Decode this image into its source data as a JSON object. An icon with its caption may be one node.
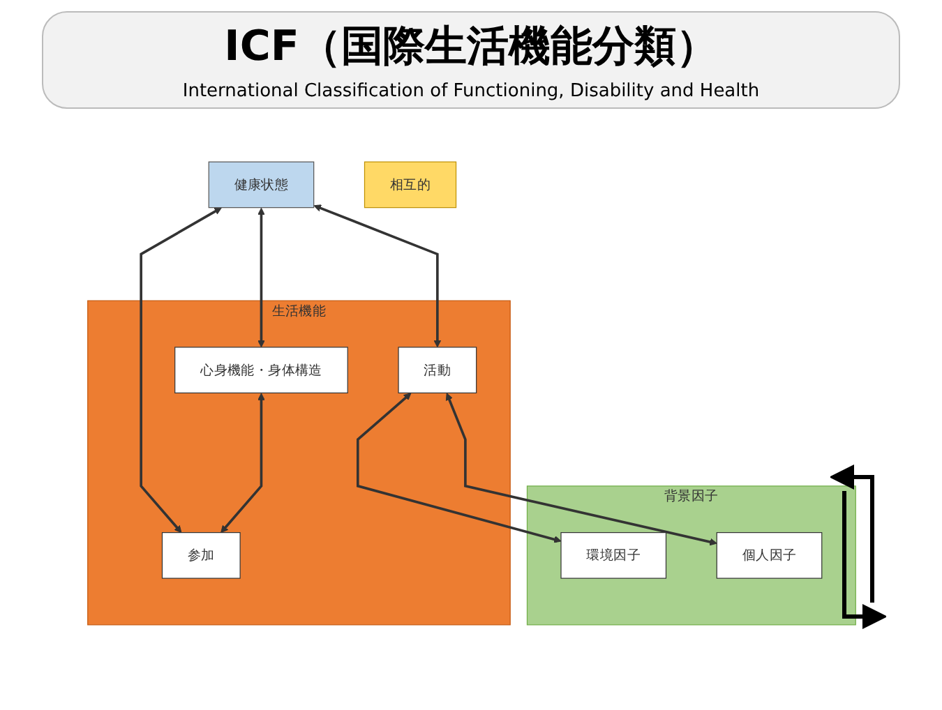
{
  "diagram": {
    "title": "ICF（国際生活機能分類）",
    "nodes": [
      {
        "text": [
          "健康状態"
        ]
      },
      {
        "text": [
          "生活機能"
        ]
      },
      {
        "text": [
          "心身機能・身体構造"
        ],
        "in": 1
      },
      {
        "text": [
          "活動"
        ],
        "in": 1
      },
      {
        "text": [
          "参加"
        ],
        "in": 1
      },
      {
        "text": [
          "背景因子"
        ]
      },
      {
        "text": [
          "環境因子"
        ],
        "in": 5
      },
      {
        "text": [
          "個人因子"
        ],
        "in": 5
      },
      {
        "text": [
          "相互的"
        ]
      }
    ],
    "edges": [
      {
        "from": 0,
        "to": 2,
        "arrow": "both"
      },
      {
        "from": 0,
        "to": 3,
        "arrow": "both"
      },
      {
        "from": 0,
        "to": 4,
        "arrow": "both"
      },
      {
        "from": 2,
        "to": 4,
        "arrow": "both"
      },
      {
        "from": 3,
        "to": 6,
        "arrow": "both"
      },
      {
        "from": 3,
        "to": 7,
        "arrow": "both"
      }
    ],
    "labels": [
      "International Classification of Functioning, Disability and Health"
    ]
  }
}
